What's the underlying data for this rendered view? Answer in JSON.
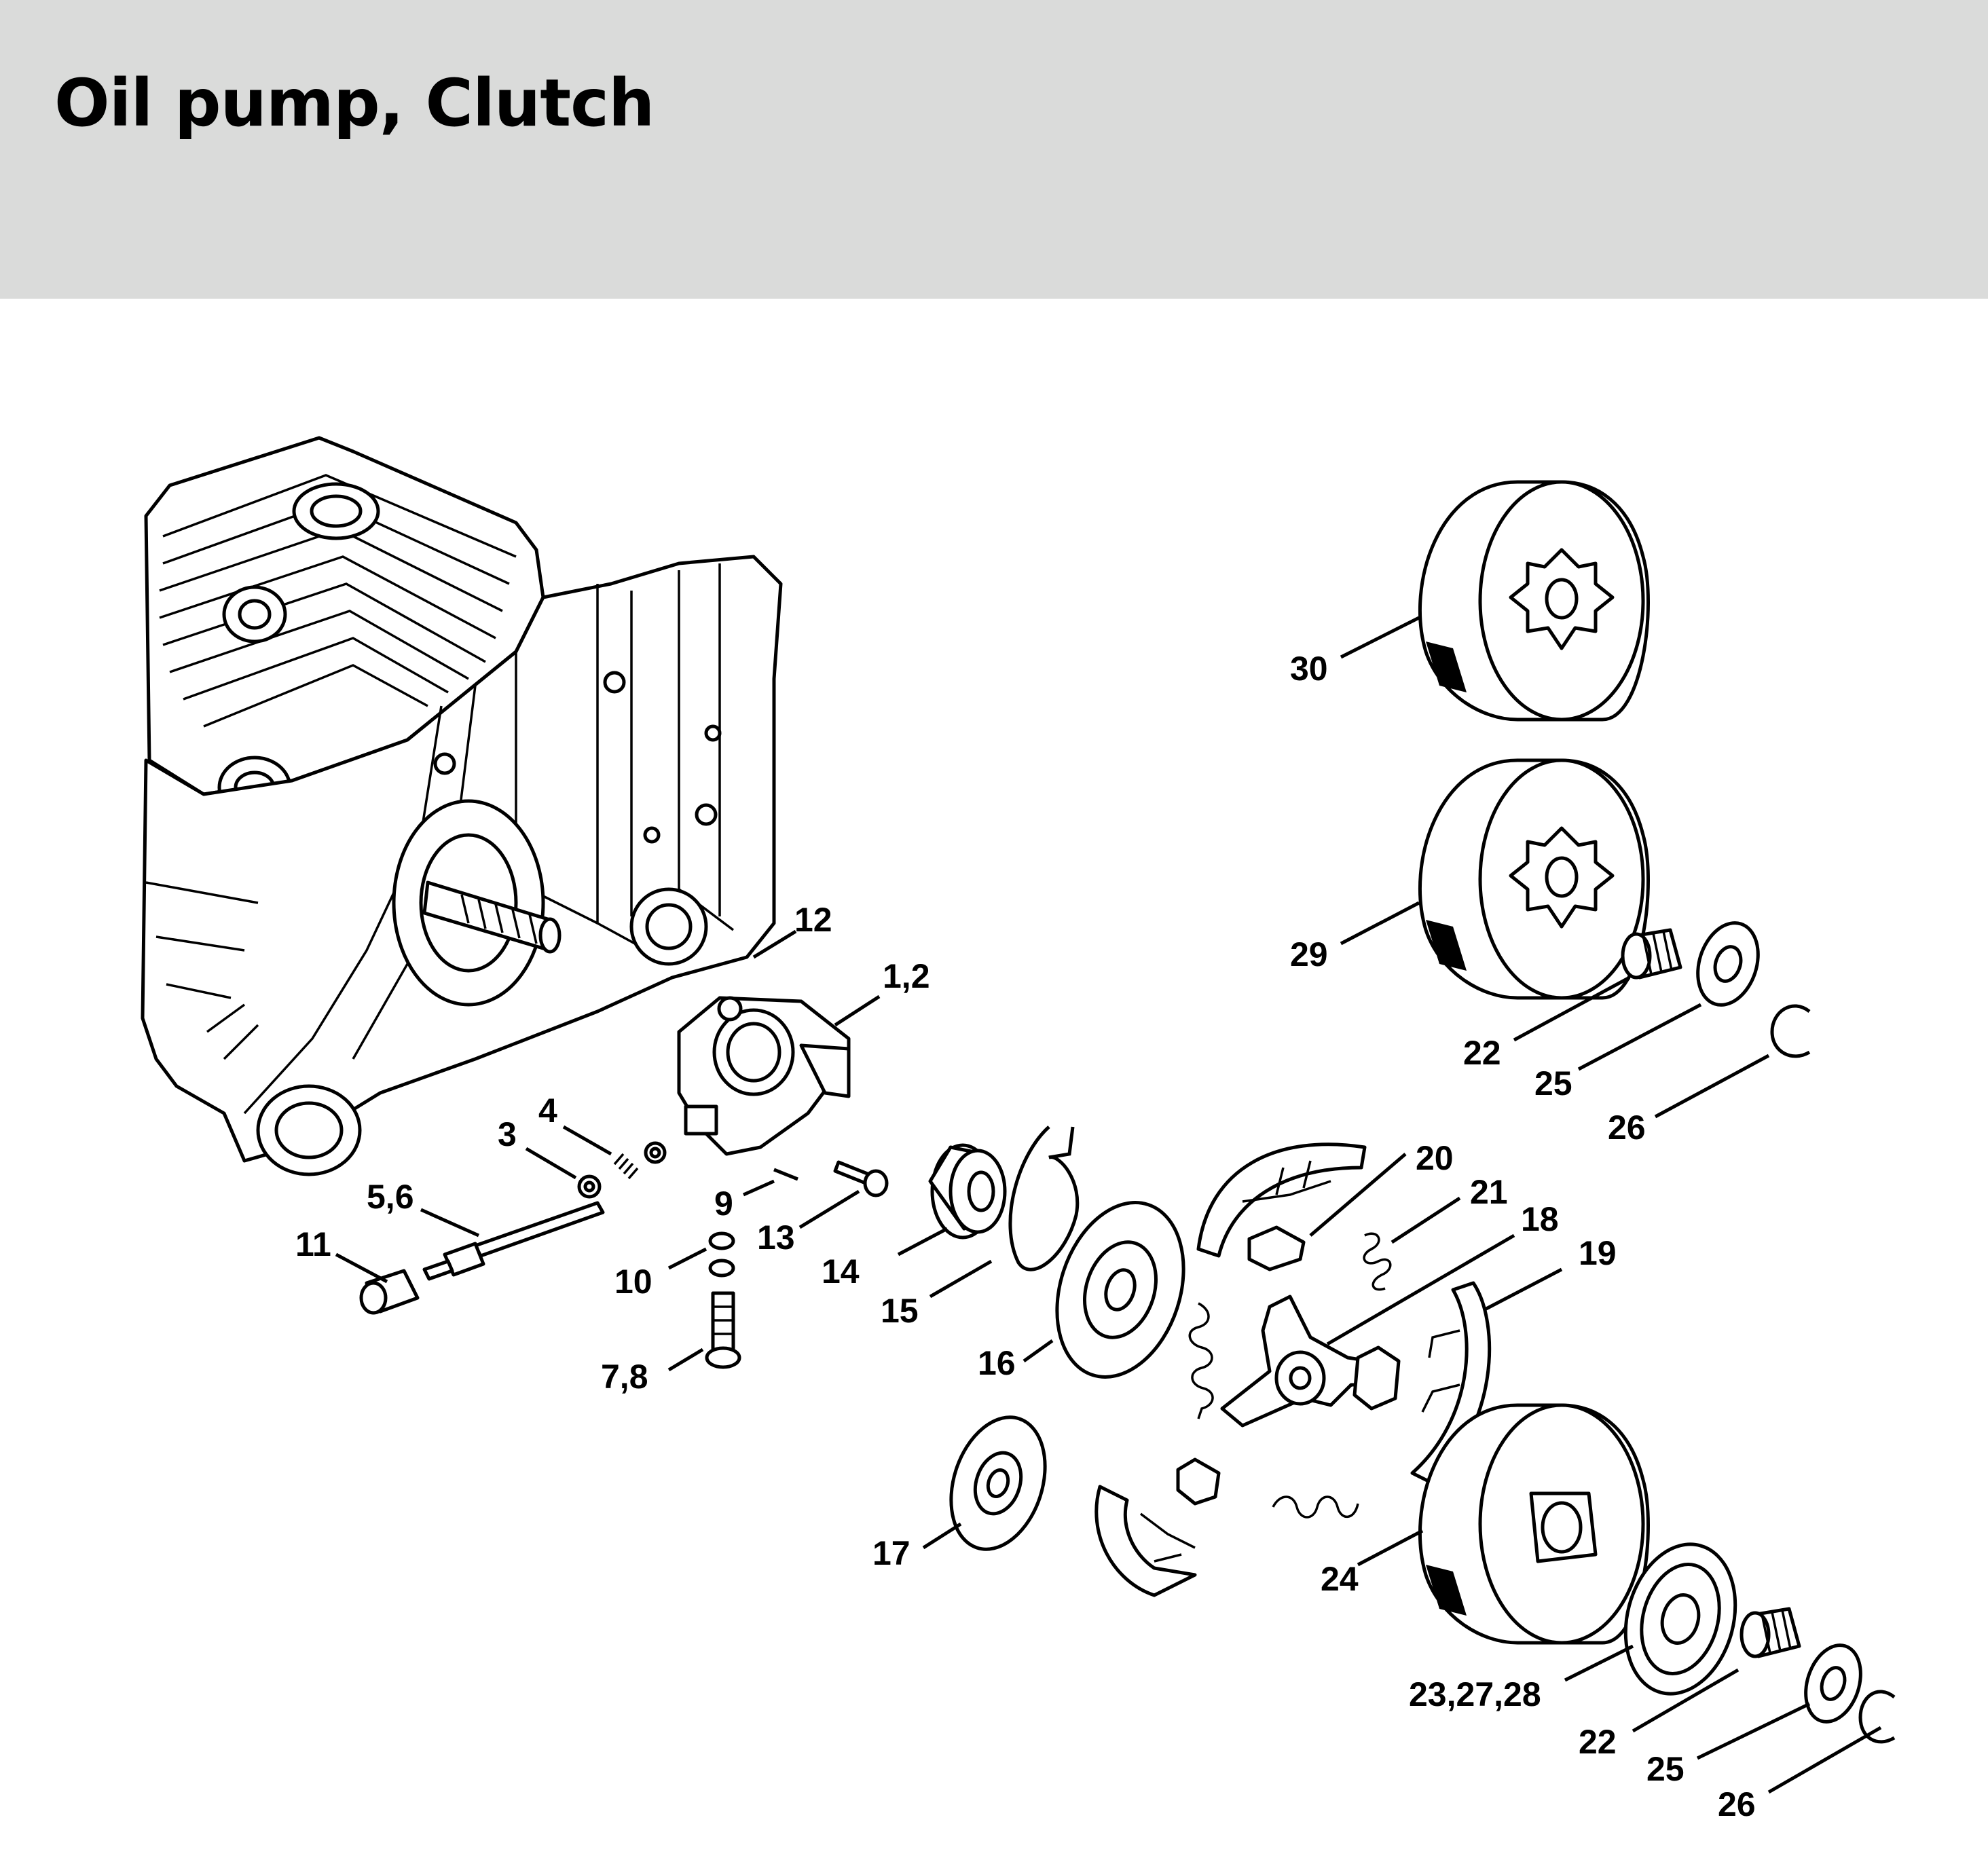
{
  "page": {
    "title": "Oil pump, Clutch"
  },
  "colors": {
    "header_background": "#dadbda",
    "text": "#000000",
    "line": "#000000",
    "background": "#ffffff"
  },
  "callouts": [
    "12",
    "1,2",
    "4",
    "3",
    "5,6",
    "11",
    "9",
    "13",
    "10",
    "7,8",
    "14",
    "15",
    "16",
    "17",
    "20",
    "21",
    "18",
    "19",
    "30",
    "29",
    "22",
    "25",
    "26",
    "24",
    "23,27,28",
    "22",
    "25",
    "26"
  ]
}
